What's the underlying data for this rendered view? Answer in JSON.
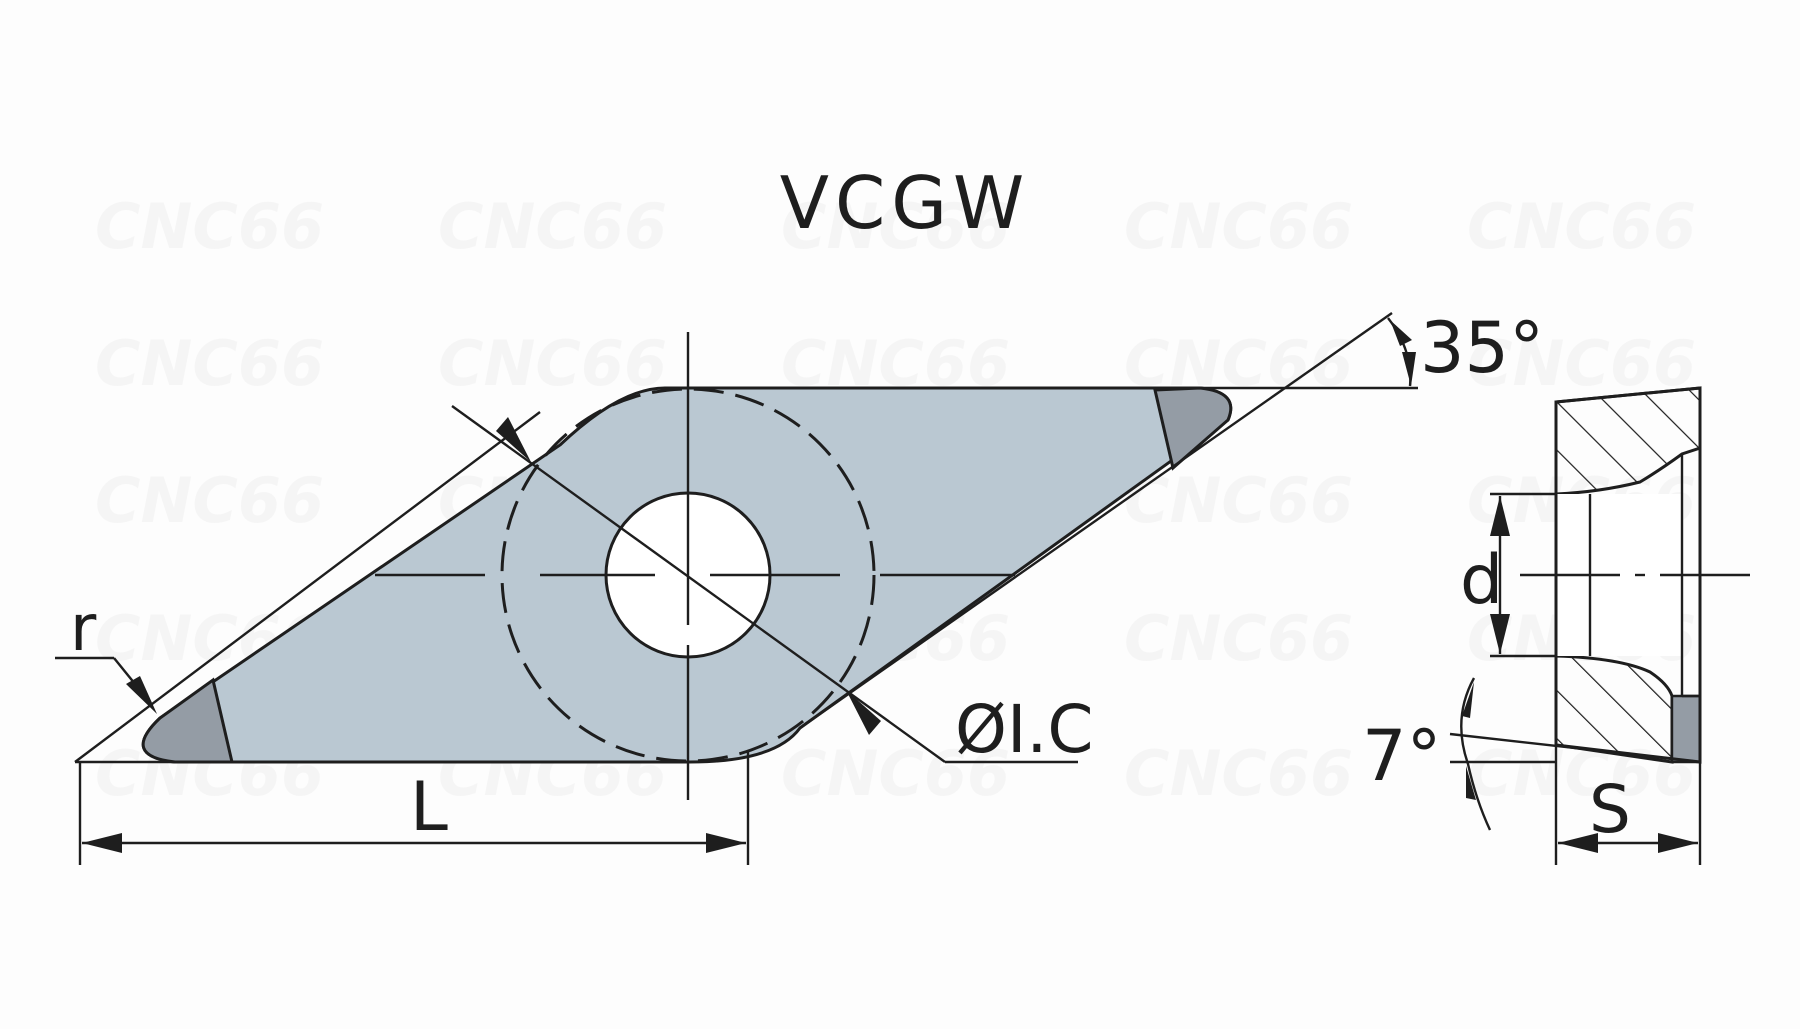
{
  "title": "VCGW",
  "watermark": "CNC66",
  "labels": {
    "angle_top": "35°",
    "radius": "r",
    "inscribed_circle": "ØI.C",
    "length": "L",
    "hole_diameter": "d",
    "clearance_angle": "7°",
    "thickness": "S"
  },
  "colors": {
    "insert_fill": "#bac8d2",
    "tip_fill": "#949ca5",
    "line": "#1e1e1e",
    "background": "#fdfdfd",
    "watermark": "#b9b9b9"
  }
}
